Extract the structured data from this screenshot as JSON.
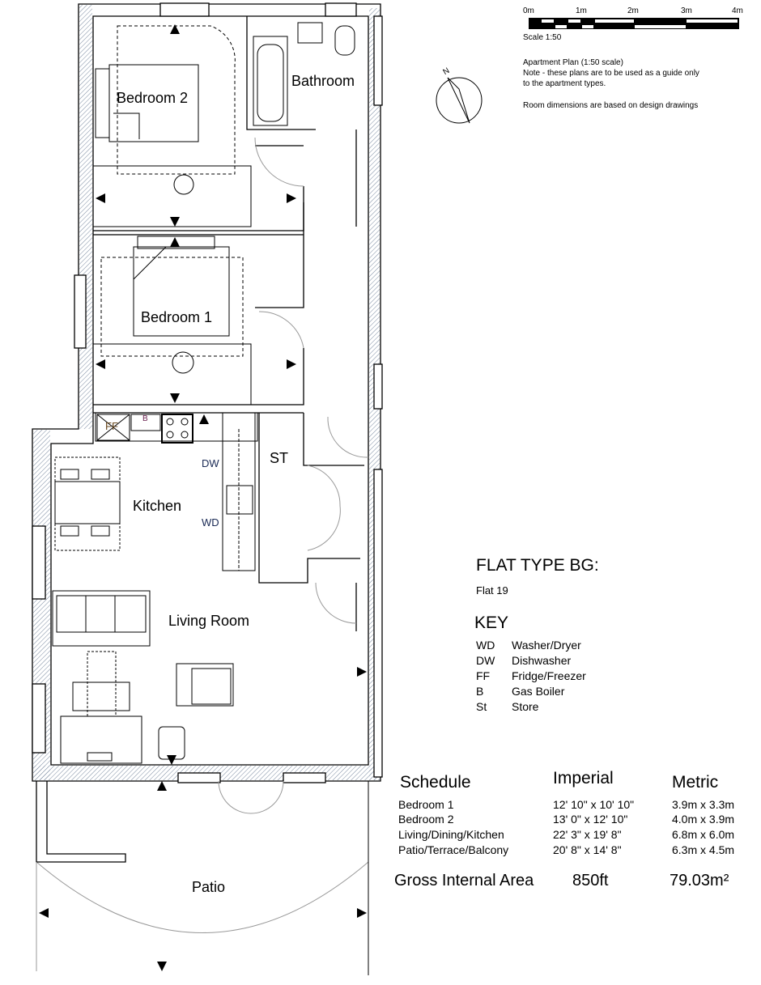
{
  "scale_bar": {
    "ticks": [
      "0m",
      "1m",
      "2m",
      "3m",
      "4m"
    ],
    "label": "Scale 1:50"
  },
  "notes": {
    "title": "Apartment Plan (1:50 scale)",
    "line1": "Note - these plans are to be used as a guide only",
    "line2": "to the apartment types.",
    "line3": "Room dimensions are based on design drawings"
  },
  "compass": {
    "label": "N"
  },
  "rooms": {
    "bedroom2": "Bedroom 2",
    "bathroom": "Bathroom",
    "bedroom1": "Bedroom 1",
    "kitchen": "Kitchen",
    "living": "Living Room",
    "store": "ST",
    "patio": "Patio",
    "dw": "DW",
    "wd": "WD",
    "ff": "FF",
    "b": "B"
  },
  "flat": {
    "type": "FLAT TYPE BG:",
    "number": "Flat 19"
  },
  "key": {
    "title": "KEY",
    "items": [
      {
        "abbr": "WD",
        "label": "Washer/Dryer"
      },
      {
        "abbr": "DW",
        "label": "Dishwasher"
      },
      {
        "abbr": "FF",
        "label": "Fridge/Freezer"
      },
      {
        "abbr": "B",
        "label": "Gas Boiler"
      },
      {
        "abbr": "St",
        "label": "Store"
      }
    ]
  },
  "schedule": {
    "title": "Schedule",
    "imperial_header": "Imperial",
    "metric_header": "Metric",
    "rows": [
      {
        "room": "Bedroom 1",
        "imperial": "12' 10\" x 10' 10\"",
        "metric": "3.9m x 3.3m"
      },
      {
        "room": "Bedroom 2",
        "imperial": "13' 0\" x 12' 10\"",
        "metric": "4.0m x 3.9m"
      },
      {
        "room": "Living/Dining/Kitchen",
        "imperial": "22' 3\" x 19' 8\"",
        "metric": "6.8m x 6.0m"
      },
      {
        "room": "Patio/Terrace/Balcony",
        "imperial": "20' 8\" x 14' 8\"",
        "metric": "6.3m x 4.5m"
      }
    ],
    "gia_label": "Gross Internal Area",
    "gia_imperial": "850ft",
    "gia_metric": "79.03m²"
  }
}
